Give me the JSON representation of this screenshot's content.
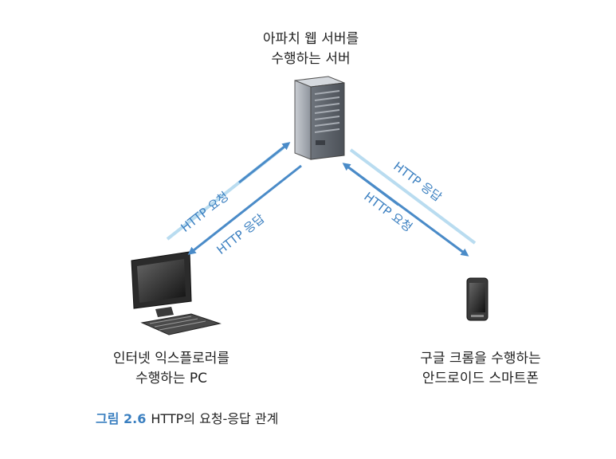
{
  "server": {
    "line1": "아파치 웹 서버를",
    "line2": "수행하는 서버"
  },
  "pc": {
    "line1": "인터넷 익스플로러를",
    "line2": "수행하는 PC"
  },
  "phone": {
    "line1": "구글 크롬을 수행하는",
    "line2": "안드로이드 스마트폰"
  },
  "arrows": {
    "pc_request": "HTTP 요청",
    "pc_response": "HTTP 응답",
    "phone_response": "HTTP 응답",
    "phone_request": "HTTP 요청"
  },
  "caption": {
    "number": "그림 2.6",
    "text": "HTTP의 요청-응답 관계"
  },
  "colors": {
    "arrow_dark": "#4a8bc8",
    "arrow_light": "#b9dcf0",
    "accent": "#3a7fc0"
  }
}
